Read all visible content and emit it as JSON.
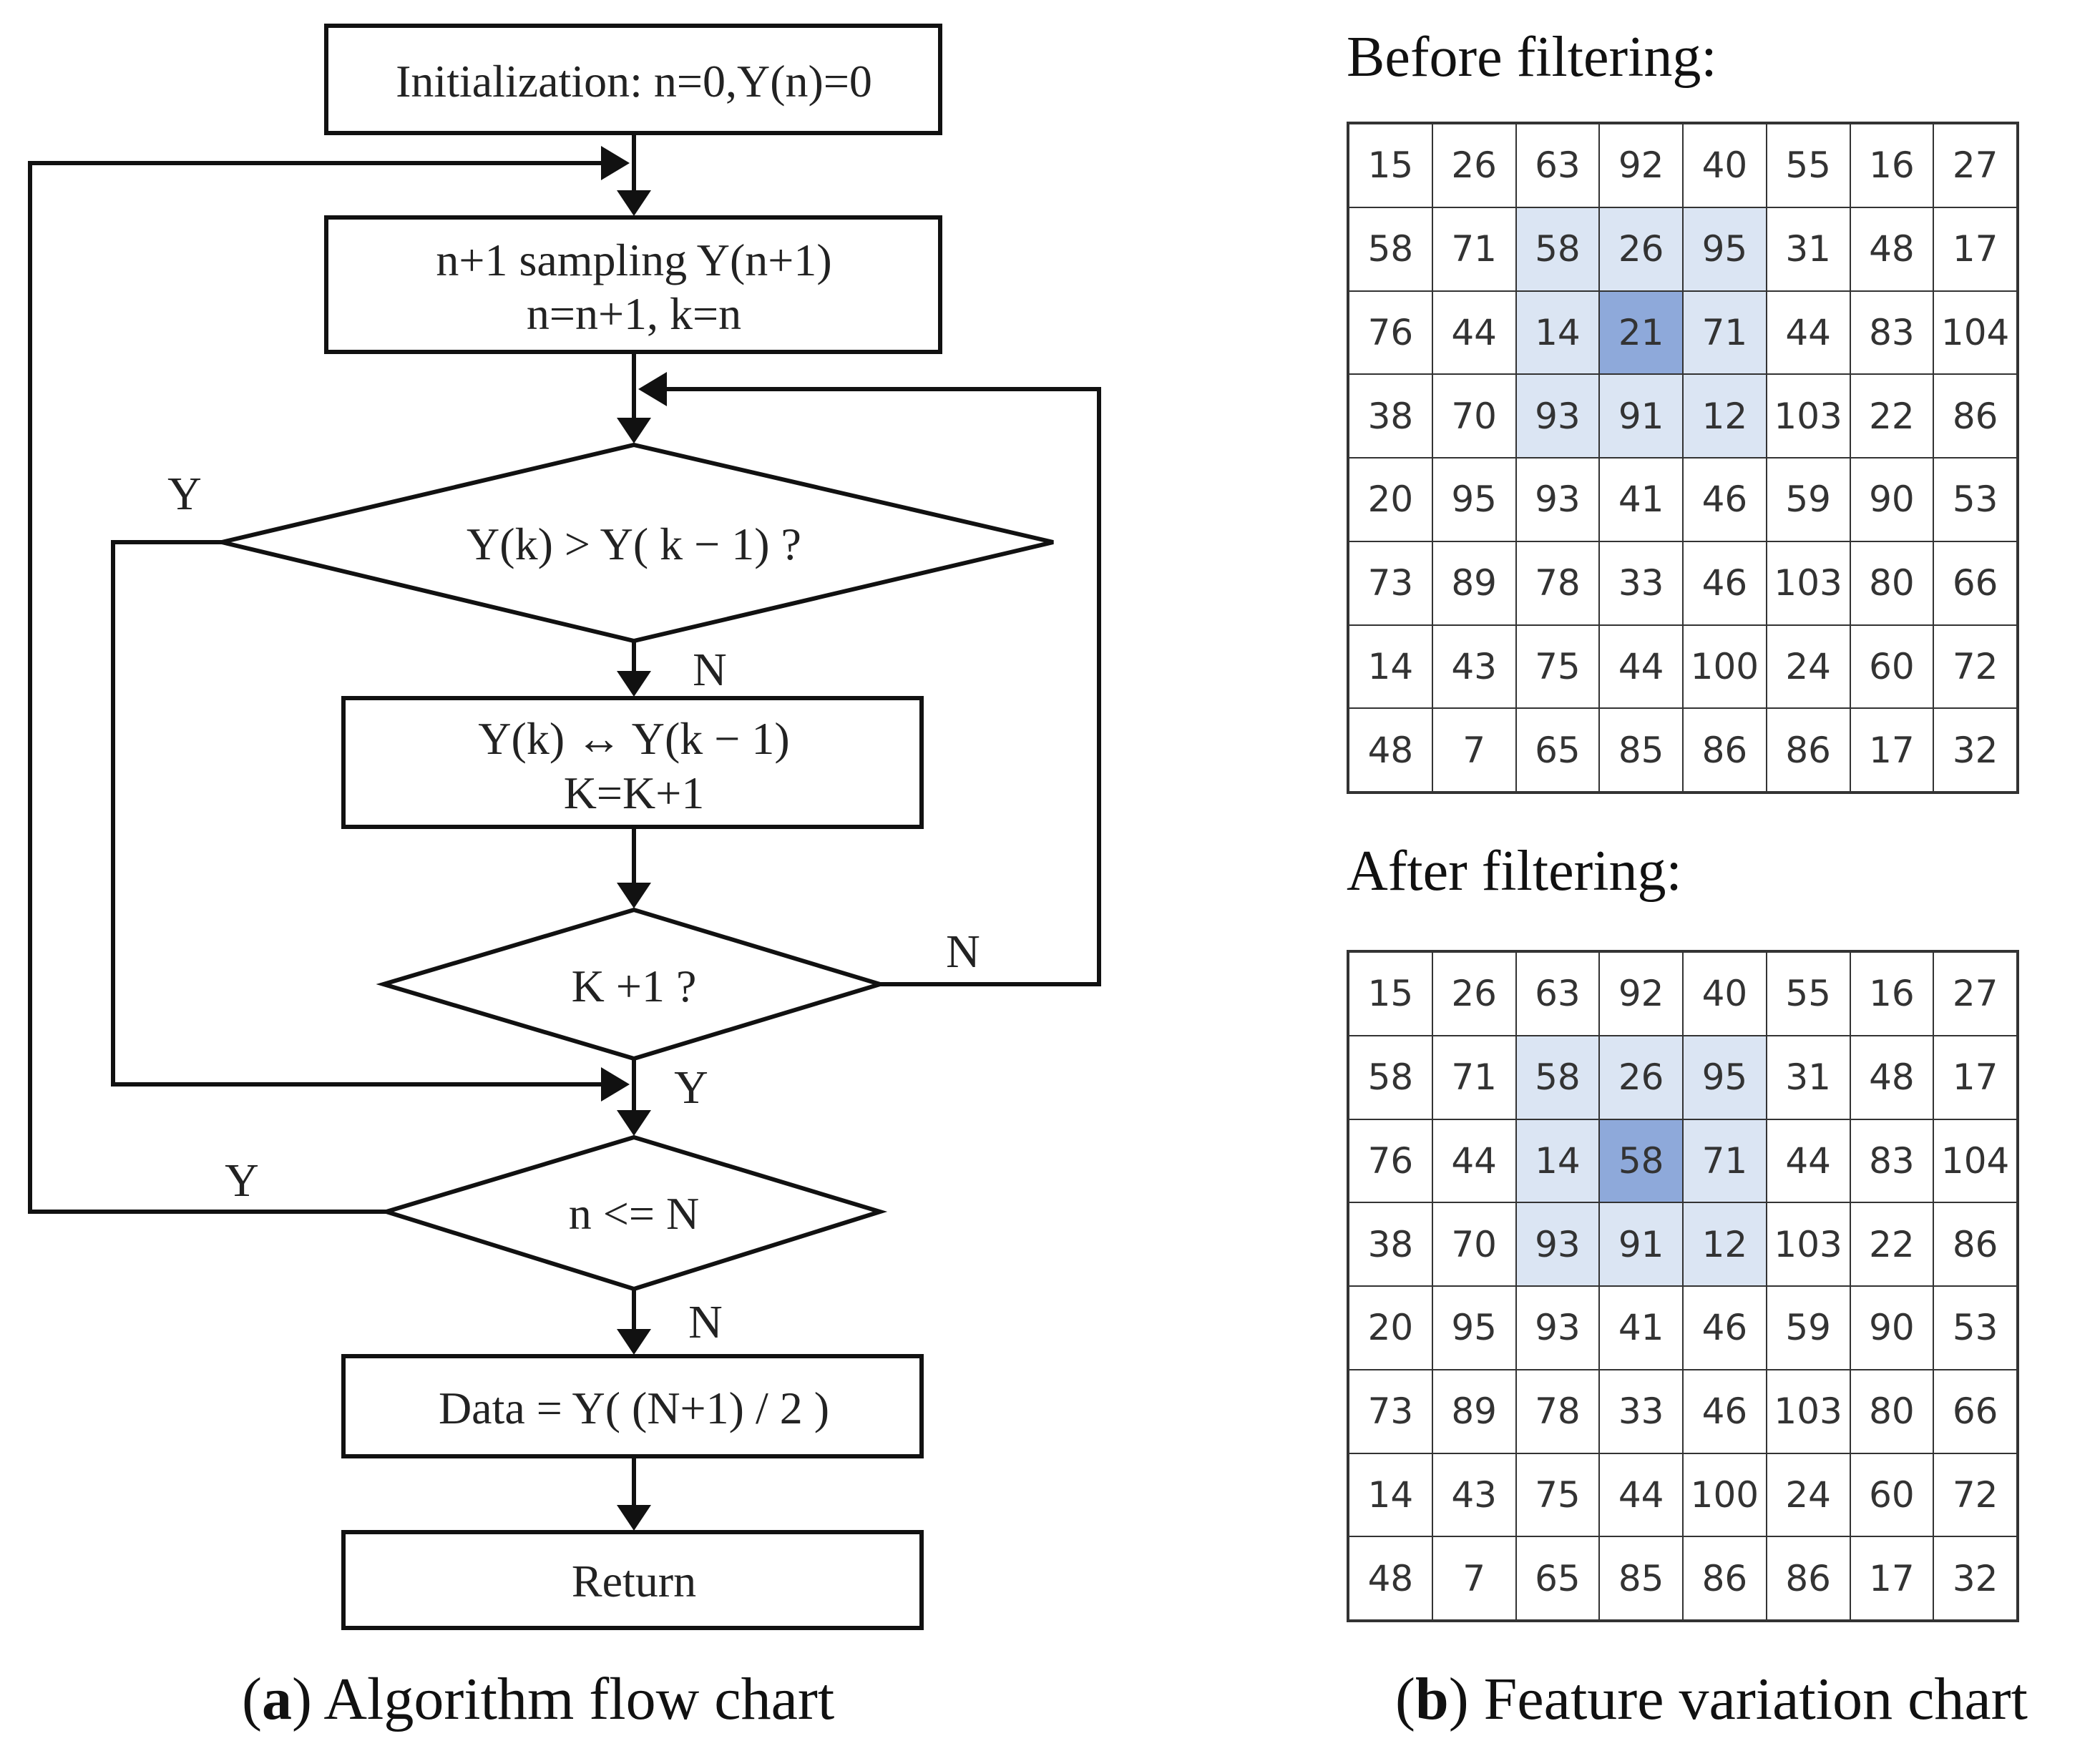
{
  "flowchart": {
    "nodes": {
      "init": "Initialization: n=0,Y(n)=0",
      "sample_line1": "n+1 sampling Y(n+1)",
      "sample_line2": "n=n+1, k=n",
      "cond_compare": "Y(k) > Y( k − 1) ?",
      "swap_line1": "Y(k) ↔ Y(k − 1)",
      "swap_line2": "K=K+1",
      "cond_k": "K +1 ?",
      "cond_n": "n <= N",
      "data": "Data = Y( (N+1) / 2 )",
      "return": "Return"
    },
    "edge_labels": {
      "compare_yes": "Y",
      "compare_no": "N",
      "k_no": "N",
      "k_yes": "Y",
      "n_yes": "Y",
      "n_no": "N"
    }
  },
  "captions": {
    "a_letter": "a",
    "a_text": ") Algorithm flow chart",
    "b_letter": "b",
    "b_text": ") Feature variation chart",
    "open_paren": "("
  },
  "grids": {
    "before_title": "Before filtering:",
    "after_title": "After filtering:",
    "before": [
      [
        15,
        26,
        63,
        92,
        40,
        55,
        16,
        27
      ],
      [
        58,
        71,
        58,
        26,
        95,
        31,
        48,
        17
      ],
      [
        76,
        44,
        14,
        21,
        71,
        44,
        83,
        104
      ],
      [
        38,
        70,
        93,
        91,
        12,
        103,
        22,
        86
      ],
      [
        20,
        95,
        93,
        41,
        46,
        59,
        90,
        53
      ],
      [
        73,
        89,
        78,
        33,
        46,
        103,
        80,
        66
      ],
      [
        14,
        43,
        75,
        44,
        100,
        24,
        60,
        72
      ],
      [
        48,
        7,
        65,
        85,
        86,
        86,
        17,
        32
      ]
    ],
    "after": [
      [
        15,
        26,
        63,
        92,
        40,
        55,
        16,
        27
      ],
      [
        58,
        71,
        58,
        26,
        95,
        31,
        48,
        17
      ],
      [
        76,
        44,
        14,
        58,
        71,
        44,
        83,
        104
      ],
      [
        38,
        70,
        93,
        91,
        12,
        103,
        22,
        86
      ],
      [
        20,
        95,
        93,
        41,
        46,
        59,
        90,
        53
      ],
      [
        73,
        89,
        78,
        33,
        46,
        103,
        80,
        66
      ],
      [
        14,
        43,
        75,
        44,
        100,
        24,
        60,
        72
      ],
      [
        48,
        7,
        65,
        85,
        86,
        86,
        17,
        32
      ]
    ],
    "window_color": "#dbe5f3",
    "center_color": "#8ea9da"
  }
}
